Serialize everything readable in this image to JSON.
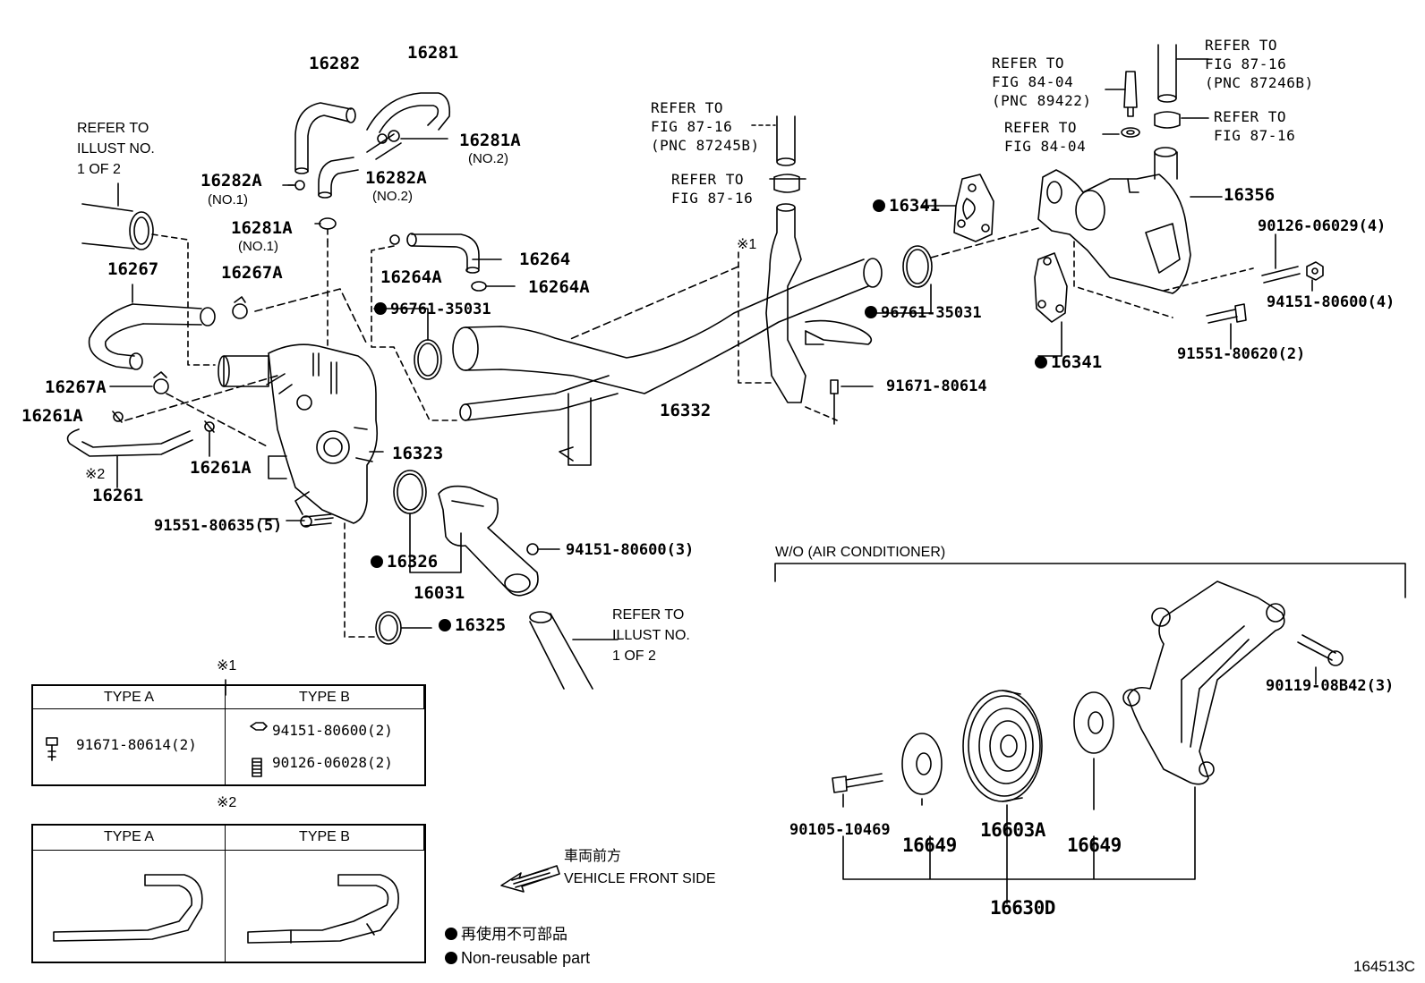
{
  "parts": {
    "p16282": "16282",
    "p16281": "16281",
    "p16281A_1": "16281A",
    "p16281A_1_note": "(NO.1)",
    "p16281A_2": "16281A",
    "p16281A_2_note": "(NO.2)",
    "p16282A_1": "16282A",
    "p16282A_1_note": "(NO.1)",
    "p16282A_2": "16282A",
    "p16282A_2_note": "(NO.2)",
    "p16267": "16267",
    "p16267A_top": "16267A",
    "p16267A_bot": "16267A",
    "p16261A_left": "16261A",
    "p16261A_right": "16261A",
    "p16261": "16261",
    "p16261_mark": "※2",
    "p16264": "16264",
    "p16264A_left": "16264A",
    "p16264A_right": "16264A",
    "p96761_left": "96761-35031",
    "p96761_right": "96761-35031",
    "p16323": "16323",
    "p91551_80635": "91551-80635(5)",
    "p16326": "16326",
    "p16031": "16031",
    "p16325": "16325",
    "p94151_3": "94151-80600(3)",
    "p16332": "16332",
    "p16332_mark": "※1",
    "p91671": "91671-80614",
    "p16341_top": "16341",
    "p16341_bot": "16341",
    "p16356": "16356",
    "p90126_4": "90126-06029(4)",
    "p94151_4": "94151-80600(4)",
    "p91551_80620": "91551-80620(2)",
    "p90119": "90119-08B42(3)",
    "p90105": "90105-10469",
    "p16649_a": "16649",
    "p16603A": "16603A",
    "p16649_b": "16649",
    "p16630D": "16630D",
    "fig_code": "164513C"
  },
  "refs": {
    "illust_left": [
      "REFER TO",
      "ILLUST NO.",
      "1 OF 2"
    ],
    "illust_bottom": [
      "REFER TO",
      "ILLUST NO.",
      "1 OF 2"
    ],
    "fig8716_a": [
      "REFER TO",
      "FIG 87-16",
      "(PNC 87245B)"
    ],
    "fig8716_b": [
      "REFER TO",
      "FIG 87-16"
    ],
    "fig8404_pnc": [
      "REFER TO",
      "FIG 84-04",
      "(PNC 89422)"
    ],
    "fig8404": [
      "REFER TO",
      "FIG 84-04"
    ],
    "fig8716_pnc_right": [
      "REFER TO",
      "FIG 87-16",
      "(PNC 87246B)"
    ],
    "fig8716_right": [
      "REFER TO",
      "FIG 87-16"
    ]
  },
  "wo_ac_label": "W/O (AIR CONDITIONER)",
  "table1": {
    "mark": "※1",
    "type_a": "TYPE A",
    "type_b": "TYPE B",
    "a_item": "91671-80614(2)",
    "b_item1": "94151-80600(2)",
    "b_item2": "90126-06028(2)"
  },
  "table2": {
    "mark": "※2",
    "type_a": "TYPE A",
    "type_b": "TYPE B"
  },
  "front": {
    "jp": "車両前方",
    "en": "VEHICLE FRONT SIDE"
  },
  "legend": {
    "jp": "再使用不可部品",
    "en": "Non-reusable part"
  }
}
